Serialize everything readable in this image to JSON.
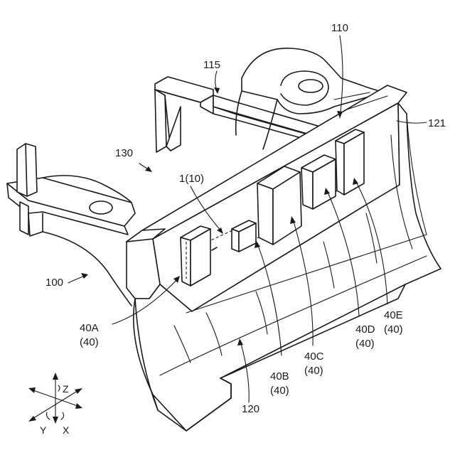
{
  "labels": {
    "l110": "110",
    "l115": "115",
    "l121": "121",
    "l130": "130",
    "l1": "1(10)",
    "l100": "100",
    "l40A": "40A",
    "l40A_sub": "(40)",
    "l40B": "40B",
    "l40B_sub": "(40)",
    "l40C": "40C",
    "l40C_sub": "(40)",
    "l40D": "40D",
    "l40D_sub": "(40)",
    "l40E": "40E",
    "l40E_sub": "(40)",
    "l120": "120"
  },
  "axes": {
    "z": "Z",
    "y": "Y",
    "x": "X"
  }
}
